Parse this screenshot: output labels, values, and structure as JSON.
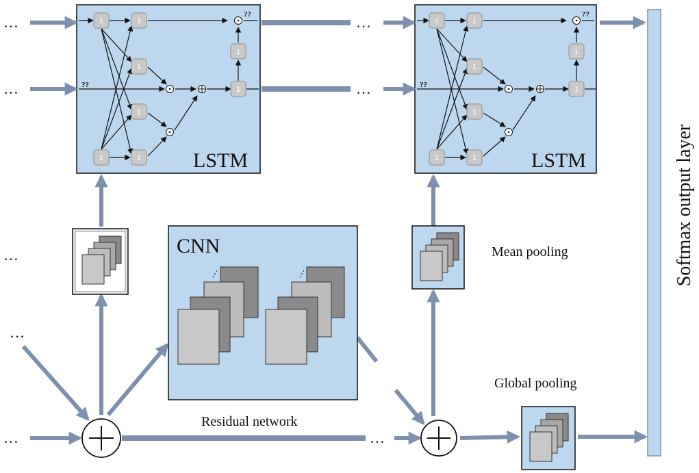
{
  "diagram": {
    "nodes": {
      "lstm_label": "LSTM",
      "cnn_label": "CNN",
      "cell_label": "1",
      "unknown_glyph": "??",
      "ellipsis": "…",
      "residual_label": "Residual network",
      "mean_pooling_label": "Mean pooling",
      "global_pooling_label": "Global pooling",
      "softmax_label": "Softmax output layer"
    },
    "colors": {
      "panel_fill": "#bdd7ee",
      "arrow": "#7d90ad",
      "cell_fill": "#c9c9c9",
      "feature_map_light": "#c8c8c8",
      "feature_map_dark": "#8a8a8a"
    }
  }
}
